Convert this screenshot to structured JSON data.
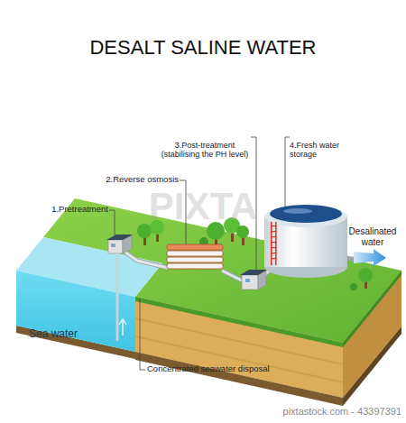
{
  "diagram": {
    "title": "DESALT SALINE WATER",
    "nodes": [
      {
        "text": [
          "Sea water"
        ]
      }
    ],
    "labels": [
      "1.Pretreatment",
      "2.Reverse osmosis",
      "3.Post-treatment (stabilising the PH level)",
      "4.Fresh water storage",
      "Desalinated water",
      "Concentrated seawater disposal",
      "PIXTA",
      "pixtastock.com - 43397391"
    ]
  }
}
